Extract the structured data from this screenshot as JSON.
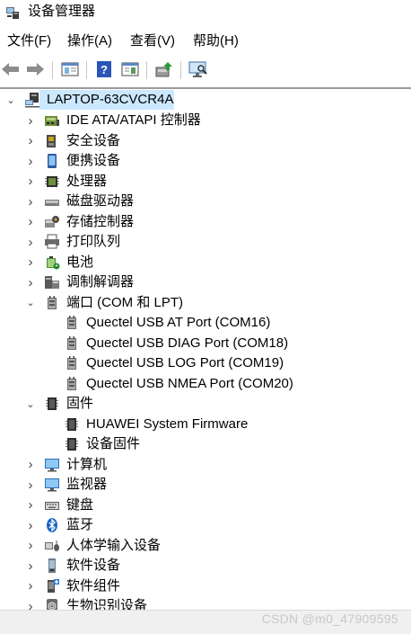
{
  "window": {
    "title": "设备管理器",
    "app_icon": "device-manager-icon"
  },
  "menu": [
    {
      "id": "file",
      "label": "文件(F)"
    },
    {
      "id": "action",
      "label": "操作(A)"
    },
    {
      "id": "view",
      "label": "查看(V)"
    },
    {
      "id": "help",
      "label": "帮助(H)"
    }
  ],
  "toolbar": [
    {
      "id": "back",
      "icon": "back-arrow-icon"
    },
    {
      "id": "forward",
      "icon": "forward-arrow-icon"
    },
    {
      "id": "properties-pane",
      "icon": "properties-pane-icon"
    },
    {
      "id": "help",
      "icon": "help-icon"
    },
    {
      "id": "show-hide-console",
      "icon": "console-tree-icon"
    },
    {
      "id": "update-driver",
      "icon": "update-driver-icon"
    },
    {
      "id": "scan-hardware",
      "icon": "scan-hardware-icon"
    }
  ],
  "tree": {
    "root": {
      "label": "LAPTOP-63CVCR4A",
      "icon": "computer-tree-icon",
      "expanded": true,
      "selected": true
    },
    "nodes": [
      {
        "label": "IDE ATA/ATAPI 控制器",
        "icon": "ide-controller-icon",
        "level": 1,
        "expander": "collapsed"
      },
      {
        "label": "安全设备",
        "icon": "security-device-icon",
        "level": 1,
        "expander": "collapsed"
      },
      {
        "label": "便携设备",
        "icon": "portable-device-icon",
        "level": 1,
        "expander": "collapsed"
      },
      {
        "label": "处理器",
        "icon": "processor-icon",
        "level": 1,
        "expander": "collapsed"
      },
      {
        "label": "磁盘驱动器",
        "icon": "disk-drive-icon",
        "level": 1,
        "expander": "collapsed"
      },
      {
        "label": "存储控制器",
        "icon": "storage-controller-icon",
        "level": 1,
        "expander": "collapsed"
      },
      {
        "label": "打印队列",
        "icon": "print-queue-icon",
        "level": 1,
        "expander": "collapsed"
      },
      {
        "label": "电池",
        "icon": "battery-icon",
        "level": 1,
        "expander": "collapsed"
      },
      {
        "label": "调制解调器",
        "icon": "modem-icon",
        "level": 1,
        "expander": "collapsed"
      },
      {
        "label": "端口 (COM 和 LPT)",
        "icon": "port-icon",
        "level": 1,
        "expander": "expanded"
      },
      {
        "label": "Quectel USB AT Port (COM16)",
        "icon": "port-icon",
        "level": 2,
        "expander": "none"
      },
      {
        "label": "Quectel USB DIAG Port (COM18)",
        "icon": "port-icon",
        "level": 2,
        "expander": "none"
      },
      {
        "label": "Quectel USB LOG Port (COM19)",
        "icon": "port-icon",
        "level": 2,
        "expander": "none"
      },
      {
        "label": "Quectel USB NMEA Port (COM20)",
        "icon": "port-icon",
        "level": 2,
        "expander": "none"
      },
      {
        "label": "固件",
        "icon": "firmware-icon",
        "level": 1,
        "expander": "expanded"
      },
      {
        "label": "HUAWEI System Firmware",
        "icon": "firmware-icon",
        "level": 2,
        "expander": "none"
      },
      {
        "label": "设备固件",
        "icon": "firmware-icon",
        "level": 2,
        "expander": "none"
      },
      {
        "label": "计算机",
        "icon": "monitor-icon",
        "level": 1,
        "expander": "collapsed"
      },
      {
        "label": "监视器",
        "icon": "monitor-icon",
        "level": 1,
        "expander": "collapsed"
      },
      {
        "label": "键盘",
        "icon": "keyboard-icon",
        "level": 1,
        "expander": "collapsed"
      },
      {
        "label": "蓝牙",
        "icon": "bluetooth-icon",
        "level": 1,
        "expander": "collapsed"
      },
      {
        "label": "人体学输入设备",
        "icon": "hid-icon",
        "level": 1,
        "expander": "collapsed"
      },
      {
        "label": "软件设备",
        "icon": "software-device-icon",
        "level": 1,
        "expander": "collapsed"
      },
      {
        "label": "软件组件",
        "icon": "software-component-icon",
        "level": 1,
        "expander": "collapsed"
      },
      {
        "label": "生物识别设备",
        "icon": "biometric-icon",
        "level": 1,
        "expander": "collapsed"
      }
    ]
  },
  "watermark": "CSDN @m0_47909595",
  "colors": {
    "selection": "#cce8ff",
    "separator": "#9a9a9a"
  }
}
